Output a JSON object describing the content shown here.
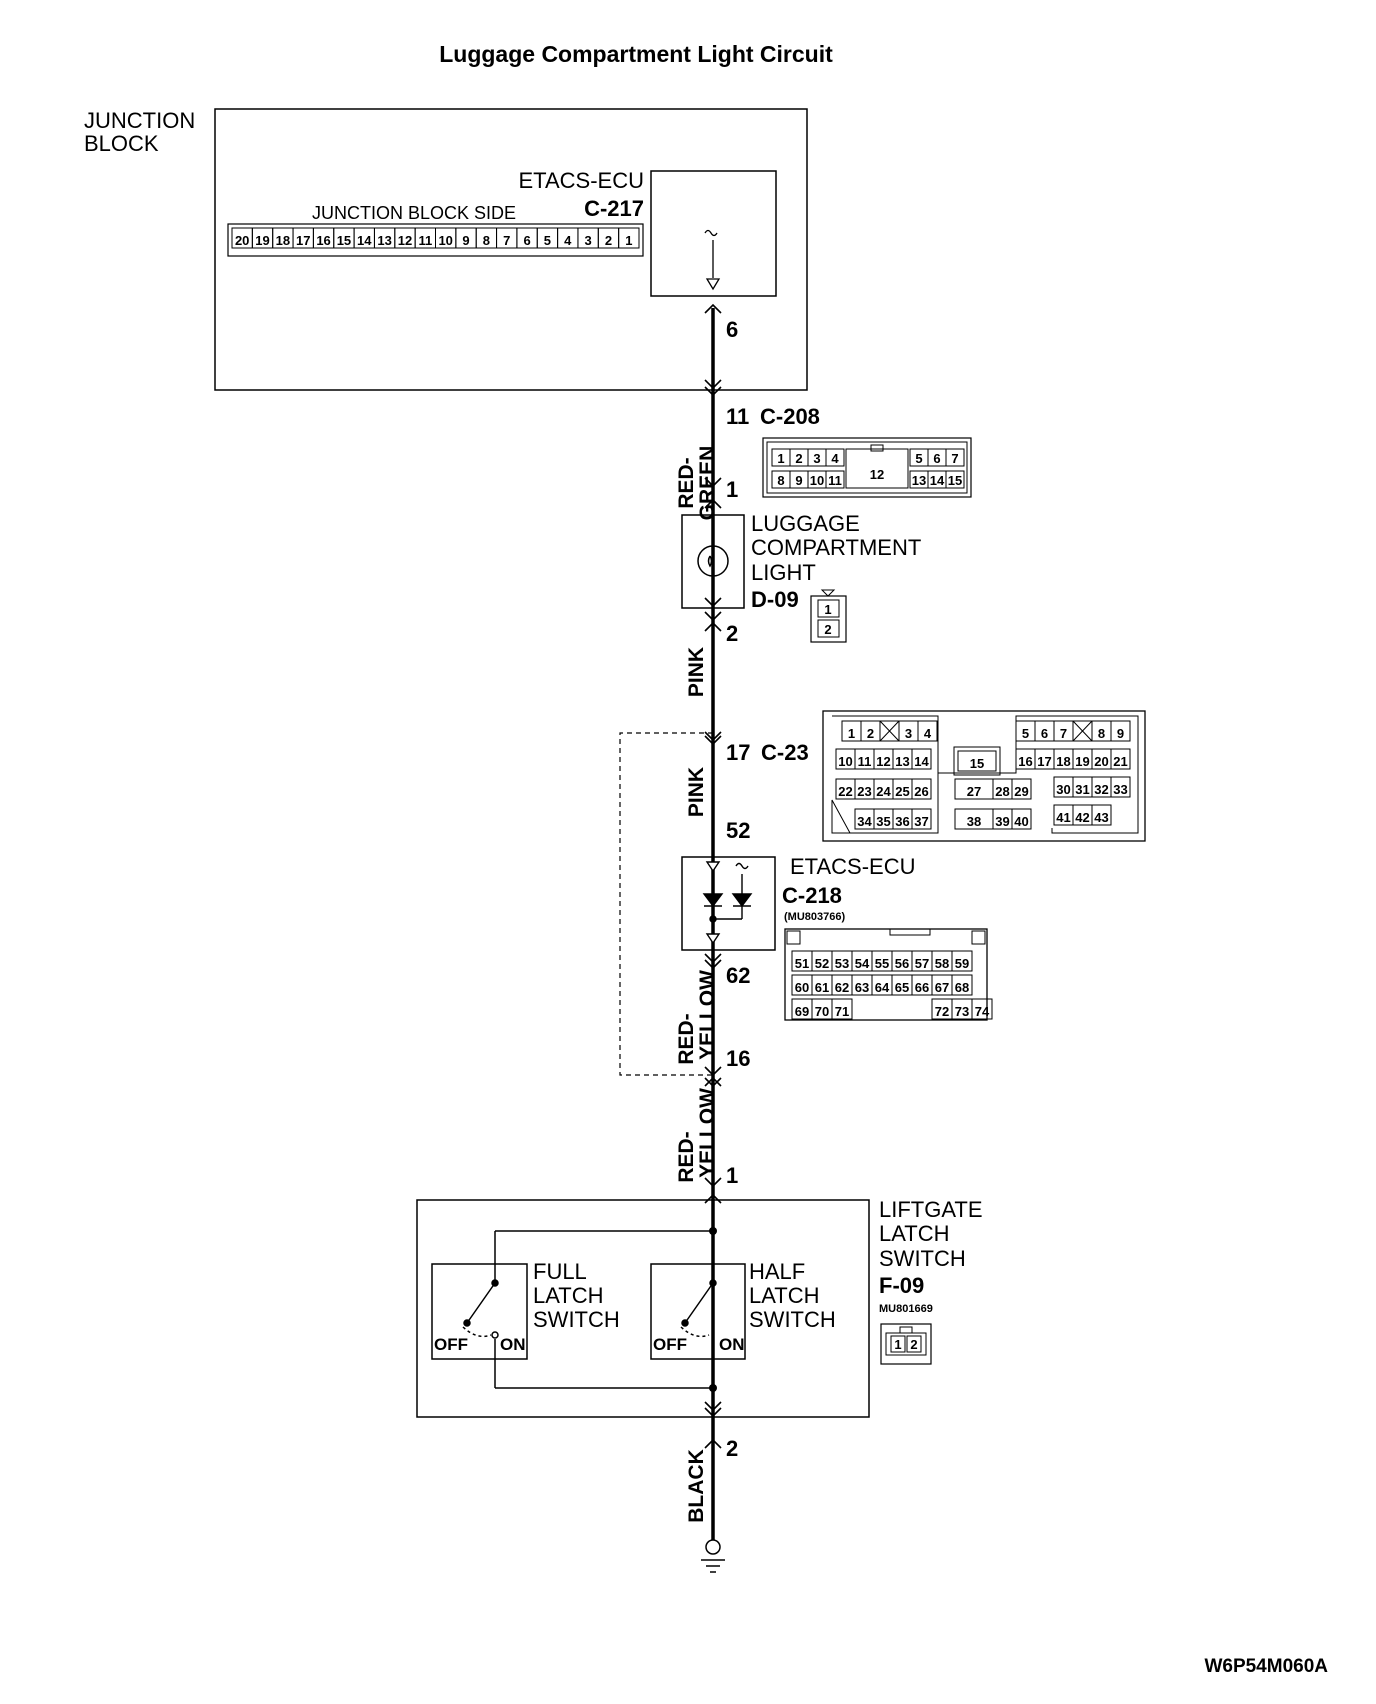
{
  "title": "Luggage Compartment Light Circuit",
  "junction_block": {
    "label_line1": "JUNCTION",
    "label_line2": "BLOCK",
    "ecu_label": "ETACS-ECU",
    "connector": "C-217",
    "side_label": "JUNCTION BLOCK SIDE",
    "pins": [
      "20",
      "19",
      "18",
      "17",
      "16",
      "15",
      "14",
      "13",
      "12",
      "11",
      "10",
      "9",
      "8",
      "7",
      "6",
      "5",
      "4",
      "3",
      "2",
      "1"
    ],
    "terminal": "6"
  },
  "c208": {
    "terminal_top": "11",
    "connector": "C-208",
    "terminal_bottom": "1",
    "pins_row1": [
      "1",
      "2",
      "3",
      "4"
    ],
    "pins_row1b": [
      "5",
      "6",
      "7"
    ],
    "pins_row2": [
      "8",
      "9",
      "10",
      "11"
    ],
    "pins_row2b": [
      "13",
      "14",
      "15"
    ],
    "pin_center": "12"
  },
  "wire1": {
    "line1": "RED-",
    "line2": "GREEN"
  },
  "light": {
    "line1": "LUGGAGE",
    "line2": "COMPARTMENT",
    "line3": "LIGHT",
    "connector": "D-09",
    "pins": [
      "1",
      "2"
    ],
    "terminal_bottom": "2"
  },
  "wire2": {
    "label": "PINK"
  },
  "c23": {
    "terminal_top": "17",
    "connector": "C-23",
    "terminal_bottom": "52",
    "row1_left": [
      "1",
      "2",
      "3",
      "4"
    ],
    "row1_right": [
      "5",
      "6",
      "7",
      "8",
      "9"
    ],
    "row2_left": [
      "10",
      "11",
      "12",
      "13",
      "14"
    ],
    "row2_mid": "15",
    "row2_right": [
      "16",
      "17",
      "18",
      "19",
      "20",
      "21"
    ],
    "row3_left": [
      "22",
      "23",
      "24",
      "25",
      "26"
    ],
    "row3_mid": [
      "27",
      "28",
      "29"
    ],
    "row3_right": [
      "30",
      "31",
      "32",
      "33"
    ],
    "row4_left": [
      "34",
      "35",
      "36",
      "37"
    ],
    "row4_mid": [
      "38",
      "39",
      "40"
    ],
    "row4_right": [
      "41",
      "42",
      "43"
    ]
  },
  "wire3": {
    "label": "PINK"
  },
  "etacs2": {
    "label": "ETACS-ECU",
    "connector": "C-218",
    "part": "(MU803766)",
    "terminal_bottom": "62",
    "row1": [
      "51",
      "52",
      "53",
      "54",
      "55",
      "56",
      "57",
      "58",
      "59"
    ],
    "row2": [
      "60",
      "61",
      "62",
      "63",
      "64",
      "65",
      "66",
      "67",
      "68"
    ],
    "row3a": [
      "69",
      "70",
      "71"
    ],
    "row3b": [
      "72",
      "73",
      "74"
    ]
  },
  "wire4": {
    "line1": "RED-",
    "line2": "YELLOW"
  },
  "joint": {
    "terminal": "16"
  },
  "wire5": {
    "line1": "RED-",
    "line2": "YELLOW"
  },
  "liftgate": {
    "terminal_top": "1",
    "line1": "LIFTGATE",
    "line2": "LATCH",
    "line3": "SWITCH",
    "connector": "F-09",
    "part": "MU801669",
    "pins": [
      "1",
      "2"
    ],
    "full_line1": "FULL",
    "full_line2": "LATCH",
    "full_line3": "SWITCH",
    "half_line1": "HALF",
    "half_line2": "LATCH",
    "half_line3": "SWITCH",
    "off": "OFF",
    "on": "ON",
    "terminal_bottom": "2"
  },
  "wire6": {
    "label": "BLACK"
  },
  "code": "W6P54M060A"
}
